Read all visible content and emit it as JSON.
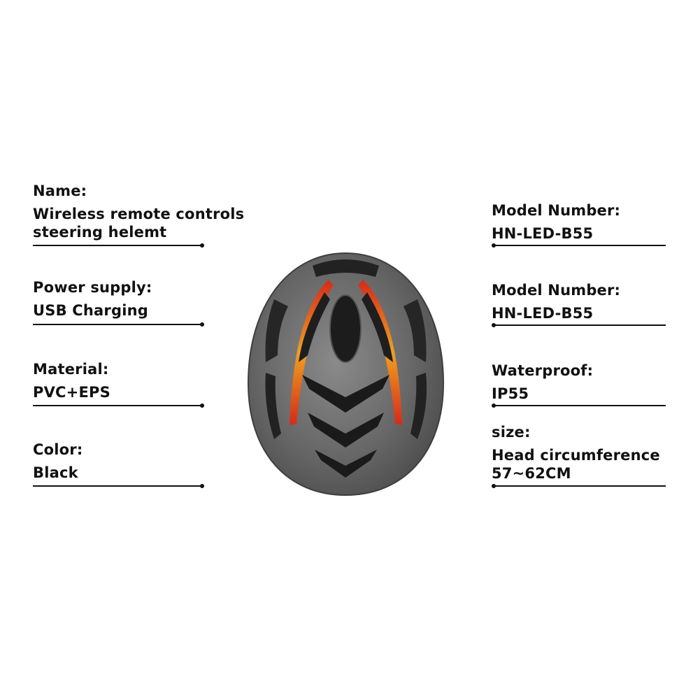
{
  "left_specs": [
    {
      "label": "Name:",
      "value_lines": [
        "Wireless remote controls",
        "steering helemt"
      ]
    },
    {
      "label": "Power supply:",
      "value_lines": [
        "USB Charging"
      ]
    },
    {
      "label": "Material:",
      "value_lines": [
        "PVC+EPS"
      ]
    },
    {
      "label": "Color:",
      "value_lines": [
        "Black"
      ]
    }
  ],
  "right_specs": [
    {
      "label": "Model Number:",
      "value_lines": [
        "HN-LED-B55"
      ]
    },
    {
      "label": "Model Number:",
      "value_lines": [
        "HN-LED-B55"
      ]
    },
    {
      "label": "Waterproof:",
      "value_lines": [
        "IP55"
      ]
    },
    {
      "label": "size:",
      "value_lines": [
        "Head circumference",
        "57~62CM"
      ]
    }
  ],
  "product_image": {
    "subject": "helmet-top-view",
    "shell_color": "#6b6b6b",
    "accent_color": "#d8281c",
    "accent_highlight": "#f0a020"
  }
}
